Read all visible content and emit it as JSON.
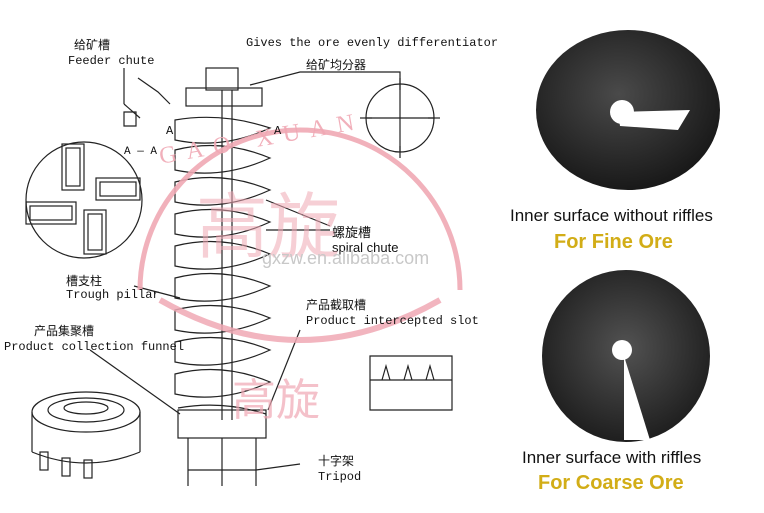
{
  "labels": {
    "feeder_cn": "给矿槽",
    "feeder_en": "Feeder chute",
    "section_a": "A",
    "section_aa": "A — A",
    "diff_en": "Gives the ore evenly differentiator",
    "diff_cn": "给矿均分器",
    "spiral_cn": "螺旋槽",
    "spiral_en": "spiral chute",
    "pillar_cn": "槽支柱",
    "pillar_en": "Trough pillar",
    "slot_cn": "产品截取槽",
    "slot_en": "Product intercepted slot",
    "funnel_cn": "产品集聚槽",
    "funnel_en": "Product collection funnel",
    "tripod_cn": "十字架",
    "tripod_en": "Tripod"
  },
  "watermark": {
    "arc_text": "GAO XUAN",
    "cn_top": "高旋",
    "cn_bottom": "高旋",
    "site": "gxzw.en.alibaba.com",
    "color": "#f0a8b4"
  },
  "products": [
    {
      "caption": "Inner surface without riffles",
      "subtitle": "For Fine Ore"
    },
    {
      "caption": "Inner surface with riffles",
      "subtitle": "For Coarse Ore"
    }
  ],
  "colors": {
    "line": "#222222",
    "accent": "#d2ad17",
    "disc": "#2a2a2a"
  }
}
